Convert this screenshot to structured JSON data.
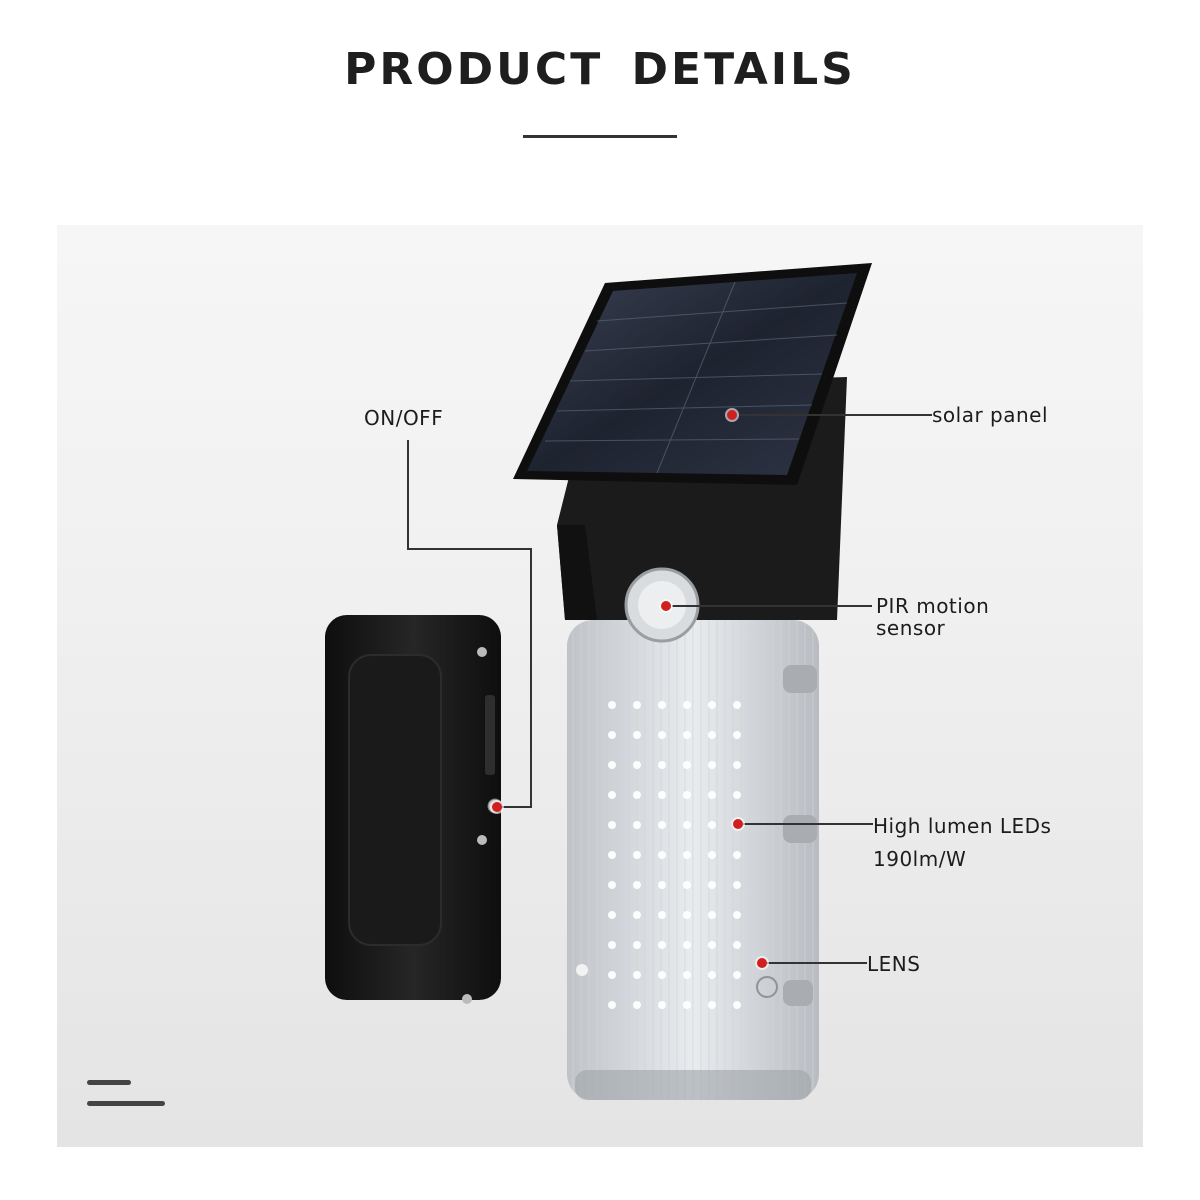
{
  "header": {
    "title": "PRODUCT  DETAILS"
  },
  "callouts": {
    "on_off": "ON/OFF",
    "solar_panel": "solar panel",
    "pir_line1": "PIR motion",
    "pir_line2": "sensor",
    "leds_line1": "High lumen LEDs",
    "leds_line2": "190lm/W",
    "lens": "LENS"
  },
  "colors": {
    "accent_dot": "#d11f1f",
    "housing": "#1b1b1b",
    "panel": "#2a3040"
  },
  "icons": {
    "corner": "menu-icon"
  }
}
